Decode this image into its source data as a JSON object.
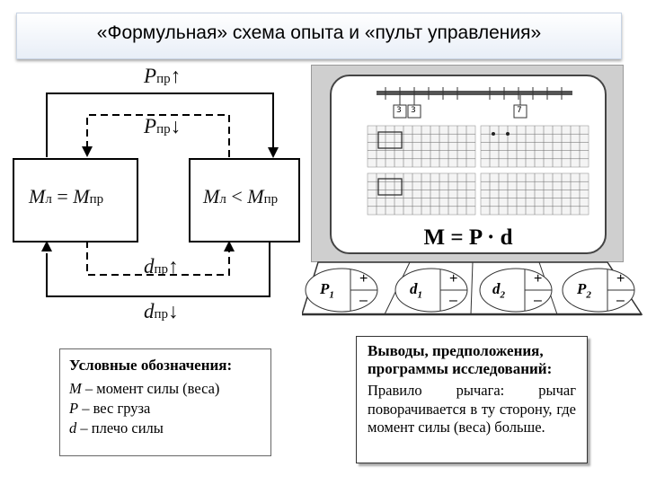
{
  "title": "«Формульная» схема опыта и «пульт управления»",
  "diagram": {
    "p_up": {
      "var": "P",
      "sub": "пр",
      "arrow": "↑"
    },
    "p_down": {
      "var": "P",
      "sub": "пр",
      "arrow": "↓"
    },
    "left_box": {
      "a": "M",
      "a_sub": "л",
      "op": " = ",
      "b": "M",
      "b_sub": "пр"
    },
    "right_box": {
      "a": "M",
      "a_sub": "л",
      "op": " < ",
      "b": "M",
      "b_sub": "пр"
    },
    "d_up": {
      "var": "d",
      "sub": "пр",
      "arrow": "↑"
    },
    "d_down": {
      "var": "d",
      "sub": "пр",
      "arrow": "↓"
    }
  },
  "panel": {
    "formula": "M = P · d",
    "weights": [
      "3",
      "3",
      "7"
    ]
  },
  "controls": [
    {
      "var": "P",
      "sub": "1",
      "plus": "+",
      "minus": "–"
    },
    {
      "var": "d",
      "sub": "1",
      "plus": "+",
      "minus": "–"
    },
    {
      "var": "d",
      "sub": "2",
      "plus": "+",
      "minus": "–"
    },
    {
      "var": "P",
      "sub": "2",
      "plus": "+",
      "minus": "–"
    }
  ],
  "legend": {
    "title": "Условные обозначения:",
    "lines": [
      {
        "sym": "M",
        "text": " – момент силы (веса)"
      },
      {
        "sym": "P",
        "text": " – вес груза"
      },
      {
        "sym": "d",
        "text": " – плечо силы"
      }
    ]
  },
  "conclusions": {
    "title": "Выводы, предположения, программы исследований:",
    "body": "Правило рычага: рычаг поворачивается в ту сторону, где момент силы (веса) больше."
  }
}
